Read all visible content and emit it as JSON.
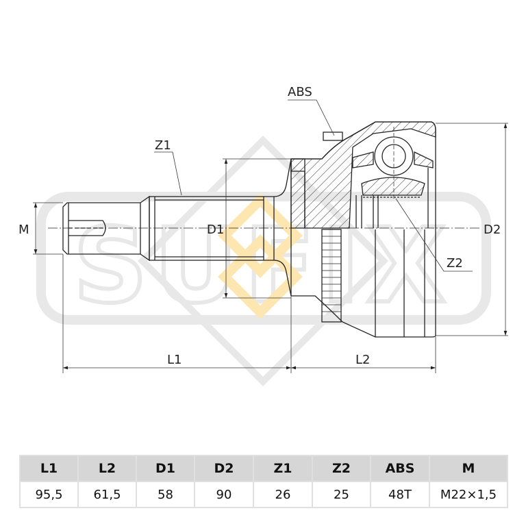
{
  "drawing": {
    "title": "CV joint outer",
    "watermark": "SUFIX",
    "labels": {
      "abs": "ABS",
      "z1": "Z1",
      "z2": "Z2",
      "d1": "D1",
      "d2": "D2",
      "m": "M",
      "l1": "L1",
      "l2": "L2"
    },
    "colors": {
      "line": "#222222",
      "watermark": "#e6e6e6",
      "logo_accent": "#fde9b8"
    }
  },
  "spec_table": {
    "headers": [
      "L1",
      "L2",
      "D1",
      "D2",
      "Z1",
      "Z2",
      "ABS",
      "M"
    ],
    "values": [
      "95,5",
      "61,5",
      "58",
      "90",
      "26",
      "25",
      "48T",
      "M22×1,5"
    ]
  }
}
